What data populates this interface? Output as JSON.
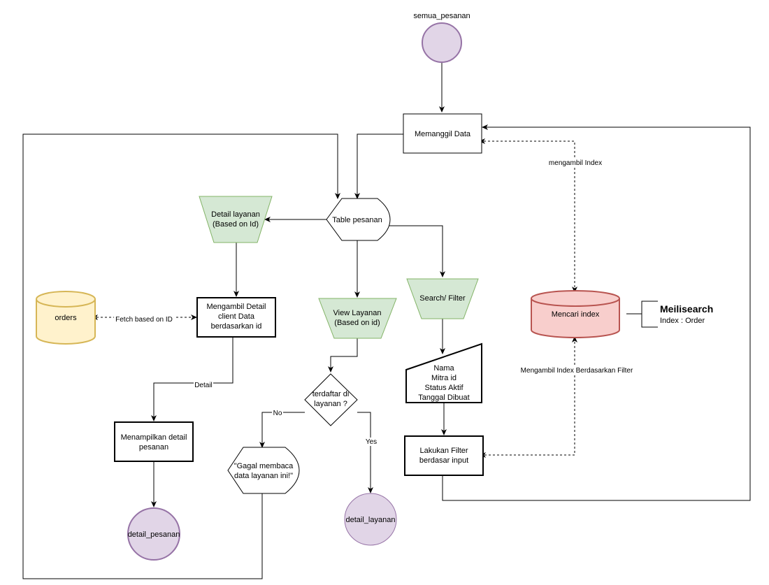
{
  "nodes": {
    "start": "semua_pesanan",
    "memanggil": "Memanggil Data",
    "table": "Table pesanan",
    "detail_layanan": [
      "Detail layanan",
      "(Based on Id)"
    ],
    "view_layanan": [
      "View Layanan",
      "(Based on id)"
    ],
    "search_filter": "Search/ Filter",
    "orders": "orders",
    "mengambil_detail": [
      "Mengambil Detail",
      "client Data",
      "berdasarkan id"
    ],
    "menampilkan": [
      "Menampilkan detail",
      "pesanan"
    ],
    "detail_pesanan": "detail_pesanan",
    "terdaftar": [
      "terdaftar di",
      "layanan ?"
    ],
    "gagal": [
      "\"Gagal membaca",
      "data layanan ini!\""
    ],
    "detail_layanan_end": "detail_layanan",
    "input_fields": [
      "Nama",
      "Mitra id",
      "Status Aktif",
      "Tanggal Dibuat"
    ],
    "lakukan_filter": [
      "Lakukan Filter",
      "berdasar input"
    ],
    "mencari_index": "Mencari index",
    "meili_title": "Meilisearch",
    "meili_sub": "Index : Order"
  },
  "edge_labels": {
    "mengambil_index": "mengambil Index",
    "fetch": "Fetch based on ID",
    "detail": "Detail",
    "no": "No",
    "yes": "Yes",
    "filter_index": "Mengambil Index Berdasarkan Filter"
  },
  "colors": {
    "terminal_fill": "#e1d5e7",
    "terminal_stroke": "#9673a6",
    "manual_fill": "#d5e8d4",
    "manual_stroke": "#82b366",
    "db_yellow_fill": "#fff2cc",
    "db_yellow_stroke": "#d6b656",
    "db_red_fill": "#f8cecc",
    "db_red_stroke": "#b85450"
  }
}
